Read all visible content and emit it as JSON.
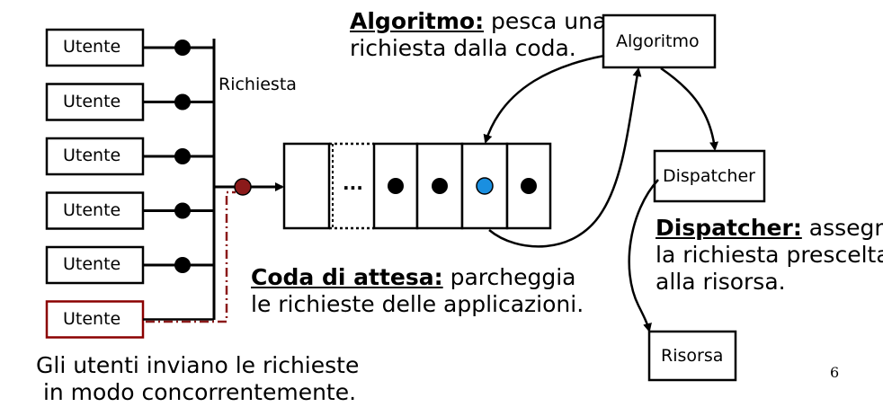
{
  "users": {
    "label": "Utente",
    "count": 6,
    "highlighted_index": 5,
    "highlight_color": "#8b0000"
  },
  "request_label": "Richiesta",
  "queue": {
    "ellipsis": "...",
    "dot_color": "#000000",
    "selected_dot_color": "#1a8fe0"
  },
  "nodes": {
    "algoritmo": "Algoritmo",
    "dispatcher": "Dispatcher",
    "risorsa": "Risorsa"
  },
  "captions": {
    "algoritmo": {
      "title": "Algoritmo:",
      "line1_rest": " pesca una",
      "line2": "richiesta dalla coda."
    },
    "coda": {
      "title": "Coda di attesa:",
      "line1_rest": " parcheggia",
      "line2": "le richieste delle applicazioni."
    },
    "dispatcher": {
      "title": "Dispatcher:",
      "line1_rest": " assegna",
      "line2": "la richiesta prescelta",
      "line3": "alla risorsa."
    },
    "utenti": {
      "line1": "Gli utenti inviano le richieste",
      "line2": " in modo concorrentemente."
    }
  },
  "page_number": "6"
}
